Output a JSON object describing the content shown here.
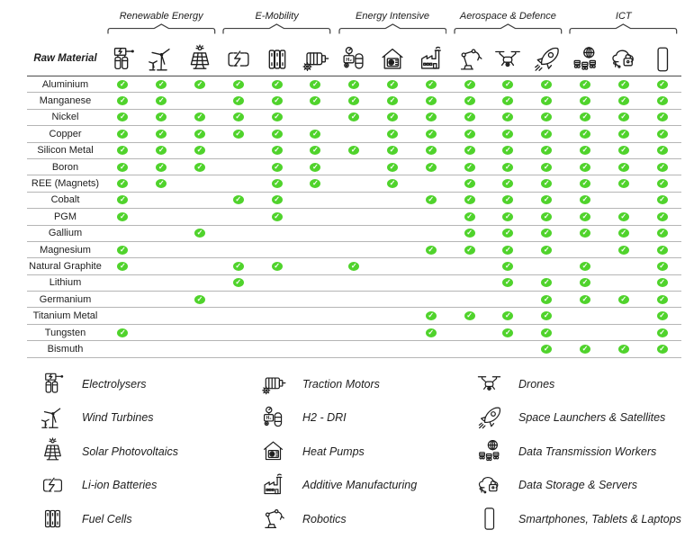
{
  "header": {
    "row_label": "Raw Material",
    "categories": [
      {
        "label": "Renewable Energy",
        "columns": [
          "electrolysers",
          "wind-turbines",
          "solar-photovoltaics"
        ]
      },
      {
        "label": "E-Mobility",
        "columns": [
          "li-ion-batteries",
          "fuel-cells",
          "traction-motors"
        ]
      },
      {
        "label": "Energy Intensive",
        "columns": [
          "h2-dri",
          "heat-pumps",
          "additive-manufacturing"
        ]
      },
      {
        "label": "Aerospace & Defence",
        "columns": [
          "robotics",
          "drones",
          "space-launchers-satellites"
        ]
      },
      {
        "label": "ICT",
        "columns": [
          "data-transmission-workers",
          "data-storage-servers",
          "smartphones-tablets-laptops"
        ]
      }
    ]
  },
  "columns": [
    {
      "id": "electrolysers",
      "icon": "electrolysers-icon",
      "label": "Electrolysers"
    },
    {
      "id": "wind-turbines",
      "icon": "wind-turbines-icon",
      "label": "Wind Turbines"
    },
    {
      "id": "solar-photovoltaics",
      "icon": "solar-photovoltaics-icon",
      "label": "Solar Photovoltaics"
    },
    {
      "id": "li-ion-batteries",
      "icon": "li-ion-batteries-icon",
      "label": "Li-ion Batteries"
    },
    {
      "id": "fuel-cells",
      "icon": "fuel-cells-icon",
      "label": "Fuel Cells"
    },
    {
      "id": "traction-motors",
      "icon": "traction-motors-icon",
      "label": "Traction Motors"
    },
    {
      "id": "h2-dri",
      "icon": "h2-dri-icon",
      "label": "H2 - DRI"
    },
    {
      "id": "heat-pumps",
      "icon": "heat-pumps-icon",
      "label": "Heat Pumps"
    },
    {
      "id": "additive-manufacturing",
      "icon": "additive-manufacturing-icon",
      "label": "Additive Manufacturing"
    },
    {
      "id": "robotics",
      "icon": "robotics-icon",
      "label": "Robotics"
    },
    {
      "id": "drones",
      "icon": "drones-icon",
      "label": "Drones"
    },
    {
      "id": "space-launchers-satellites",
      "icon": "space-launchers-satellites-icon",
      "label": "Space Launchers & Satellites"
    },
    {
      "id": "data-transmission-workers",
      "icon": "data-transmission-workers-icon",
      "label": "Data Transmission Workers"
    },
    {
      "id": "data-storage-servers",
      "icon": "data-storage-servers-icon",
      "label": "Data Storage & Servers"
    },
    {
      "id": "smartphones-tablets-laptops",
      "icon": "smartphones-tablets-laptops-icon",
      "label": "Smartphones, Tablets & Laptops"
    }
  ],
  "chart_data": {
    "type": "table",
    "title": "",
    "row_header": "Raw Material",
    "technologies": [
      "Electrolysers",
      "Wind Turbines",
      "Solar Photovoltaics",
      "Li-ion Batteries",
      "Fuel Cells",
      "Traction Motors",
      "H2 - DRI",
      "Heat Pumps",
      "Additive Manufacturing",
      "Robotics",
      "Drones",
      "Space Launchers & Satellites",
      "Data Transmission Workers",
      "Data Storage & Servers",
      "Smartphones, Tablets & Laptops"
    ],
    "materials": [
      "Aluminium",
      "Manganese",
      "Nickel",
      "Copper",
      "Silicon Metal",
      "Boron",
      "REE (Magnets)",
      "Cobalt",
      "PGM",
      "Gallium",
      "Magnesium",
      "Natural Graphite",
      "Lithium",
      "Germanium",
      "Titanium Metal",
      "Tungsten",
      "Bismuth"
    ],
    "matrix": [
      [
        1,
        1,
        1,
        1,
        1,
        1,
        1,
        1,
        1,
        1,
        1,
        1,
        1,
        1,
        1
      ],
      [
        1,
        1,
        0,
        1,
        1,
        1,
        1,
        1,
        1,
        1,
        1,
        1,
        1,
        1,
        1
      ],
      [
        1,
        1,
        1,
        1,
        1,
        0,
        1,
        1,
        1,
        1,
        1,
        1,
        1,
        1,
        1
      ],
      [
        1,
        1,
        1,
        1,
        1,
        1,
        0,
        1,
        1,
        1,
        1,
        1,
        1,
        1,
        1
      ],
      [
        1,
        1,
        1,
        0,
        1,
        1,
        1,
        1,
        1,
        1,
        1,
        1,
        1,
        1,
        1
      ],
      [
        1,
        1,
        1,
        0,
        1,
        1,
        0,
        1,
        1,
        1,
        1,
        1,
        1,
        1,
        1
      ],
      [
        1,
        1,
        0,
        0,
        1,
        1,
        0,
        1,
        0,
        1,
        1,
        1,
        1,
        1,
        1
      ],
      [
        1,
        0,
        0,
        1,
        1,
        0,
        0,
        0,
        1,
        1,
        1,
        1,
        1,
        0,
        1
      ],
      [
        1,
        0,
        0,
        0,
        1,
        0,
        0,
        0,
        0,
        1,
        1,
        1,
        1,
        1,
        1
      ],
      [
        0,
        0,
        1,
        0,
        0,
        0,
        0,
        0,
        0,
        1,
        1,
        1,
        1,
        1,
        1
      ],
      [
        1,
        0,
        0,
        0,
        0,
        0,
        0,
        0,
        1,
        1,
        1,
        1,
        0,
        1,
        1
      ],
      [
        1,
        0,
        0,
        1,
        1,
        0,
        1,
        0,
        0,
        0,
        1,
        0,
        1,
        0,
        1
      ],
      [
        0,
        0,
        0,
        1,
        0,
        0,
        0,
        0,
        0,
        0,
        1,
        1,
        1,
        0,
        1
      ],
      [
        0,
        0,
        1,
        0,
        0,
        0,
        0,
        0,
        0,
        0,
        0,
        1,
        1,
        1,
        1
      ],
      [
        0,
        0,
        0,
        0,
        0,
        0,
        0,
        0,
        1,
        1,
        1,
        1,
        0,
        0,
        1
      ],
      [
        1,
        0,
        0,
        0,
        0,
        0,
        0,
        0,
        1,
        0,
        1,
        1,
        0,
        0,
        1
      ],
      [
        0,
        0,
        0,
        0,
        0,
        0,
        0,
        0,
        0,
        0,
        0,
        1,
        1,
        1,
        1
      ]
    ],
    "check_meaning": "green check = raw material is used in that technology",
    "grid": "horizontal row separators only",
    "legend_position": "bottom, three columns"
  },
  "legend": {
    "groups": [
      [
        "electrolysers",
        "wind-turbines",
        "solar-photovoltaics",
        "li-ion-batteries",
        "fuel-cells"
      ],
      [
        "traction-motors",
        "h2-dri",
        "heat-pumps",
        "additive-manufacturing",
        "robotics"
      ],
      [
        "drones",
        "space-launchers-satellites",
        "data-transmission-workers",
        "data-storage-servers",
        "smartphones-tablets-laptops"
      ]
    ]
  },
  "colors": {
    "check_green": "#50d32c",
    "header_line": "#4a4a4a",
    "row_line": "#b5b5b5",
    "ink": "#1d1d1d"
  }
}
